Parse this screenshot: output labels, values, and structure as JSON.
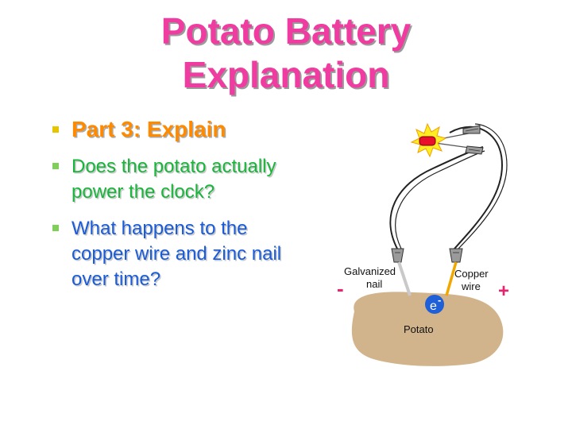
{
  "slide": {
    "title": "Potato Battery\nExplanation",
    "bullets": [
      {
        "text": "Part 3: Explain"
      },
      {
        "text": "Does the potato actually power the clock?"
      },
      {
        "text": "What happens to the copper wire and zinc nail over time?"
      }
    ]
  },
  "diagram": {
    "galvanized_line1": "Galvanized",
    "galvanized_line2": "nail",
    "copper_line1": "Copper",
    "copper_line2": "wire",
    "minus": "-",
    "plus": "+",
    "electron": "e",
    "electron_sup": "-",
    "potato": "Potato"
  },
  "colors": {
    "title": "#f03ca0",
    "bullet1": "#ff8a00",
    "bullet2": "#19b53a",
    "bullet3": "#1a5bd8",
    "potato": "#d2b48c",
    "copper": "#f0a800",
    "sign": "#e8246e",
    "electron": "#1f5fd8",
    "led": "#e8102a",
    "spark": "#ffee22"
  }
}
